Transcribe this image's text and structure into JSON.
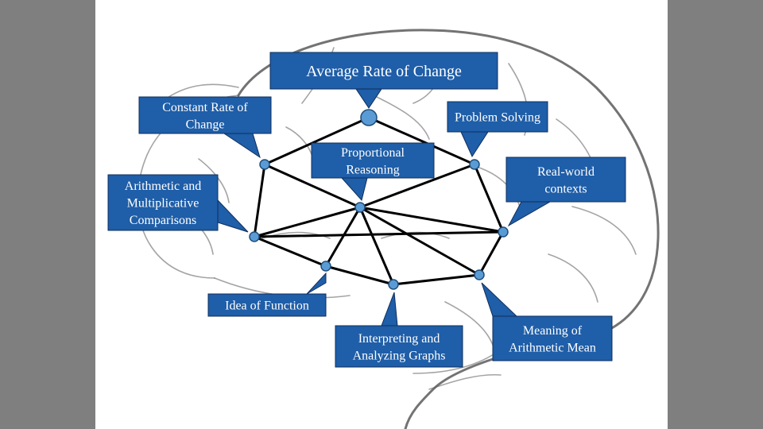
{
  "colors": {
    "background": "#7f7f7f",
    "panel": "#ffffff",
    "callout_fill": "#1f5ea8",
    "callout_stroke": "#0f2f5c",
    "node_fill": "#5b9bd5",
    "node_stroke": "#1f4e79",
    "edge": "#000000"
  },
  "diagram": {
    "illustration": "brain-outline",
    "nodes": [
      {
        "id": "rate-of-change",
        "label": [
          "Average Rate of Change"
        ],
        "size": "large"
      },
      {
        "id": "constant-rate",
        "label": [
          "Constant Rate of",
          "Change"
        ]
      },
      {
        "id": "problem-solving",
        "label": [
          "Problem Solving"
        ]
      },
      {
        "id": "proportional",
        "label": [
          "Proportional",
          "Reasoning"
        ]
      },
      {
        "id": "real-world",
        "label": [
          "Real-world",
          "contexts"
        ]
      },
      {
        "id": "comparisons",
        "label": [
          "Arithmetic and",
          "Multiplicative",
          "Comparisons"
        ]
      },
      {
        "id": "function",
        "label": [
          "Idea of Function"
        ]
      },
      {
        "id": "graphs",
        "label": [
          "Interpreting and",
          "Analyzing Graphs"
        ]
      },
      {
        "id": "mean",
        "label": [
          "Meaning of",
          "Arithmetic Mean"
        ]
      }
    ],
    "edges": [
      [
        "rate-of-change",
        "constant-rate"
      ],
      [
        "rate-of-change",
        "problem-solving"
      ],
      [
        "constant-rate",
        "proportional"
      ],
      [
        "constant-rate",
        "comparisons"
      ],
      [
        "problem-solving",
        "proportional"
      ],
      [
        "problem-solving",
        "real-world"
      ],
      [
        "proportional",
        "comparisons"
      ],
      [
        "proportional",
        "real-world"
      ],
      [
        "proportional",
        "function"
      ],
      [
        "proportional",
        "graphs"
      ],
      [
        "proportional",
        "mean"
      ],
      [
        "comparisons",
        "real-world"
      ],
      [
        "comparisons",
        "function"
      ],
      [
        "function",
        "graphs"
      ],
      [
        "graphs",
        "mean"
      ],
      [
        "mean",
        "real-world"
      ]
    ]
  }
}
